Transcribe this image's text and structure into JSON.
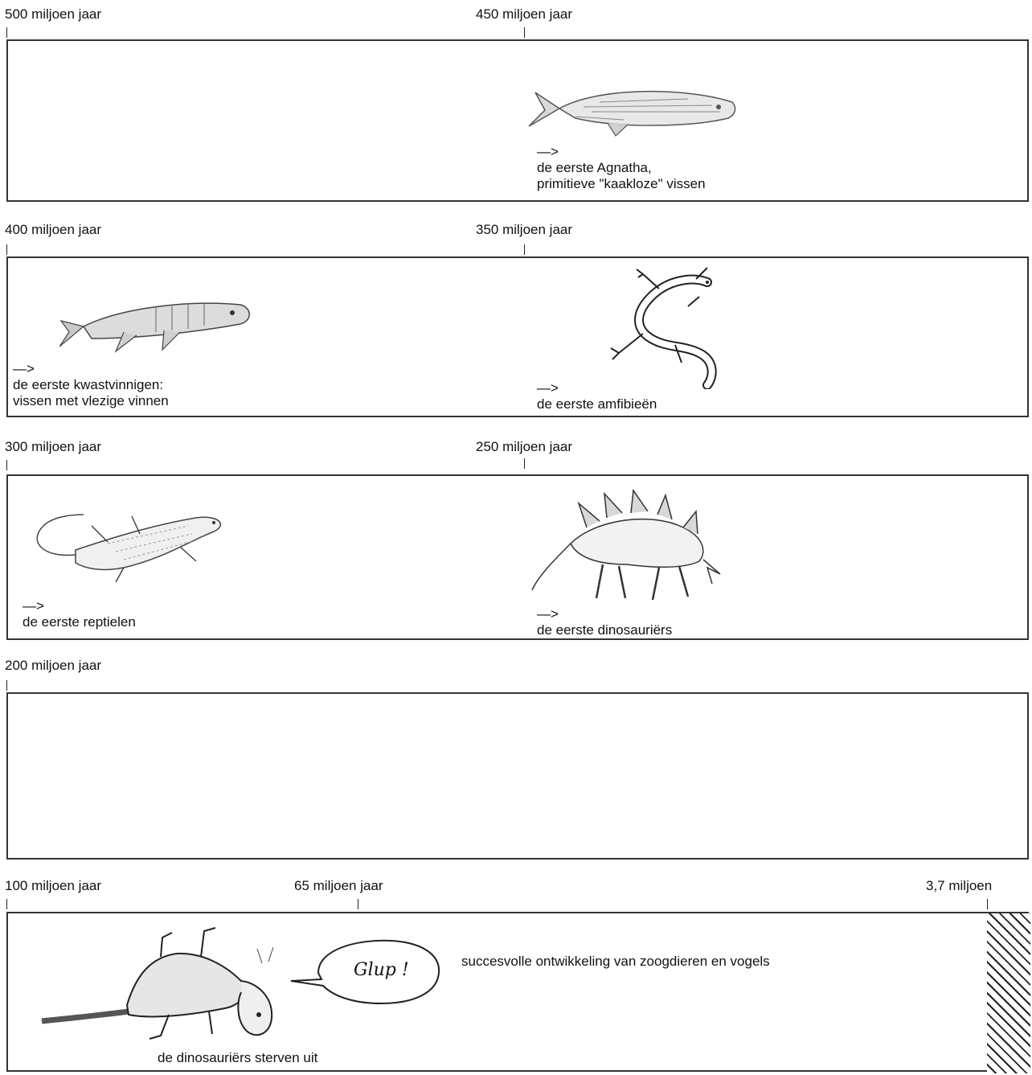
{
  "rows": [
    {
      "markers": [
        "500 miljoen jaar",
        "450 miljoen jaar"
      ],
      "events": [
        {
          "arrow": "—>",
          "lines": [
            "de eerste Agnatha,",
            "primitieve \"kaakloze\" vissen"
          ]
        }
      ]
    },
    {
      "markers": [
        "400 miljoen jaar",
        "350 miljoen jaar"
      ],
      "events": [
        {
          "arrow": "—>",
          "lines": [
            "de eerste kwastvinnigen:",
            "vissen met vlezige vinnen"
          ]
        },
        {
          "arrow": "—>",
          "lines": [
            "de eerste amfibieën"
          ]
        }
      ]
    },
    {
      "markers": [
        "300 miljoen jaar",
        "250 miljoen jaar"
      ],
      "events": [
        {
          "arrow": "—>",
          "lines": [
            "de eerste reptielen"
          ]
        },
        {
          "arrow": "—>",
          "lines": [
            "de eerste dinosauriërs"
          ]
        }
      ]
    },
    {
      "markers": [
        "200 miljoen jaar"
      ],
      "events": []
    },
    {
      "markers": [
        "100 miljoen jaar",
        "65 miljoen jaar",
        "3,7 miljoen"
      ],
      "events": [
        {
          "lines": [
            "de dinosauriërs sterven uit"
          ]
        },
        {
          "lines": [
            "succesvolle ontwikkeling van zoogdieren en vogels"
          ]
        }
      ],
      "speech_bubble": "Glup !"
    }
  ],
  "icons": [
    "fish-icon",
    "lobe-finned-fish-icon",
    "amphibian-icon",
    "lizard-icon",
    "stegosaurus-icon",
    "dead-dinosaur-icon",
    "speech-bubble-icon"
  ]
}
